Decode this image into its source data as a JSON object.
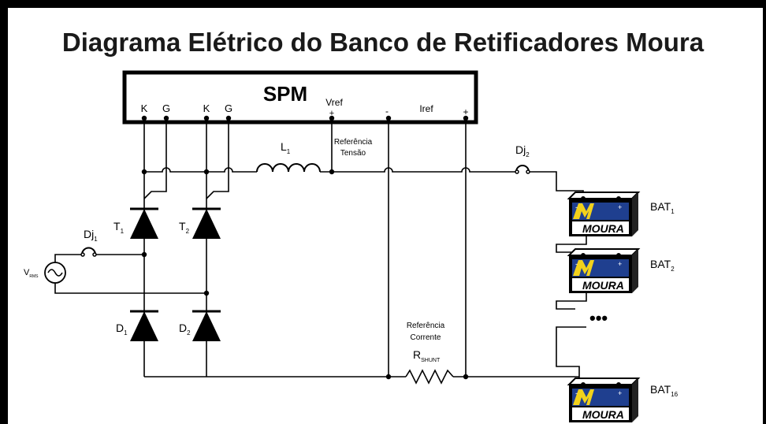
{
  "title": "Diagrama Elétrico do Banco de Retificadores Moura",
  "spm": {
    "name": "SPM",
    "pins": [
      "K",
      "G",
      "K",
      "G"
    ],
    "vref": "Vref",
    "iref": "Iref",
    "plus": "+",
    "minus": "-"
  },
  "components": {
    "L1": {
      "main": "L",
      "sub": "1"
    },
    "T1": {
      "main": "T",
      "sub": "1"
    },
    "T2": {
      "main": "T",
      "sub": "2"
    },
    "D1": {
      "main": "D",
      "sub": "1"
    },
    "D2": {
      "main": "D",
      "sub": "2"
    },
    "Dj1": {
      "main": "Dj",
      "sub": "1"
    },
    "Dj2": {
      "main": "Dj",
      "sub": "2"
    },
    "Rshunt": {
      "main": "R",
      "sub": "SHUNT"
    },
    "Vrms": {
      "main": "V",
      "sub": "RMS"
    }
  },
  "ref_tensao": [
    "Referência",
    "Tensão"
  ],
  "ref_corrente": [
    "Referência",
    "Corrente"
  ],
  "batteries": [
    {
      "main": "BAT",
      "sub": "1"
    },
    {
      "main": "BAT",
      "sub": "2"
    },
    {
      "main": "BAT",
      "sub": "16"
    }
  ],
  "battery_brand": "MOURA",
  "battery_terminals": [
    "-",
    "+"
  ],
  "ellipsis": "•••",
  "colors": {
    "battery_panel": "#1f3f8f",
    "logo_yellow": "#f2d21b",
    "line": "#000000"
  }
}
